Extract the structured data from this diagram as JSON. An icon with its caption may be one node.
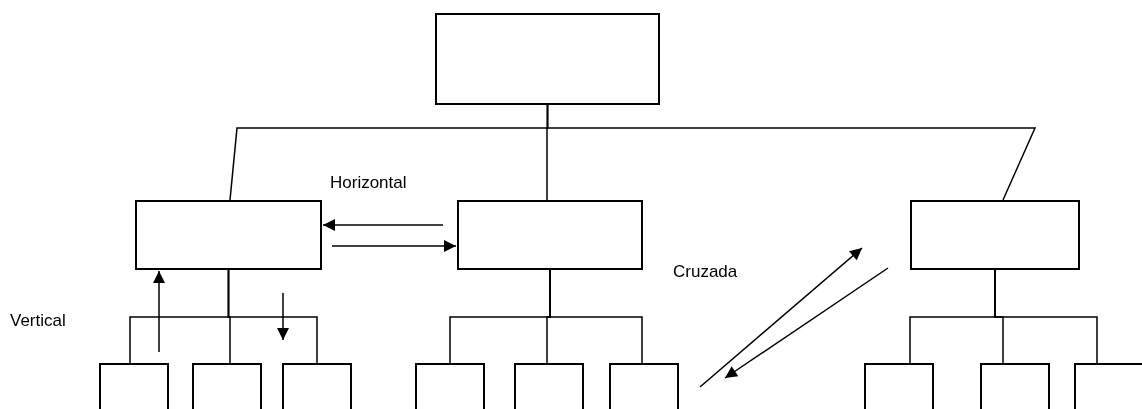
{
  "diagram": {
    "nodes": [
      {
        "text": [],
        "shape": "box"
      },
      {
        "text": [],
        "shape": "box"
      },
      {
        "text": [],
        "shape": "box"
      },
      {
        "text": [],
        "shape": "box"
      },
      {
        "text": [],
        "shape": "box"
      },
      {
        "text": [],
        "shape": "box"
      },
      {
        "text": [],
        "shape": "box"
      },
      {
        "text": [],
        "shape": "box"
      },
      {
        "text": [],
        "shape": "box"
      },
      {
        "text": [],
        "shape": "box"
      },
      {
        "text": [],
        "shape": "box"
      },
      {
        "text": [],
        "shape": "box"
      },
      {
        "text": [],
        "shape": "box"
      }
    ],
    "edges": [
      {
        "from": 0,
        "to": 1,
        "arrow": "none"
      },
      {
        "from": 0,
        "to": 2,
        "arrow": "none"
      },
      {
        "from": 0,
        "to": 3,
        "arrow": "none"
      },
      {
        "from": 1,
        "to": 4,
        "arrow": "none"
      },
      {
        "from": 1,
        "to": 5,
        "arrow": "none"
      },
      {
        "from": 1,
        "to": 6,
        "arrow": "none"
      },
      {
        "from": 2,
        "to": 7,
        "arrow": "none"
      },
      {
        "from": 2,
        "to": 8,
        "arrow": "none"
      },
      {
        "from": 2,
        "to": 9,
        "arrow": "none"
      },
      {
        "from": 3,
        "to": 10,
        "arrow": "none"
      },
      {
        "from": 3,
        "to": 11,
        "arrow": "none"
      },
      {
        "from": 3,
        "to": 12,
        "arrow": "none"
      },
      {
        "from": 2,
        "to": 1,
        "arrow": "to"
      },
      {
        "from": 1,
        "to": 2,
        "arrow": "to"
      },
      {
        "from": 4,
        "to": 1,
        "arrow": "to"
      },
      {
        "from": 1,
        "to": 6,
        "arrow": "to"
      },
      {
        "from": 9,
        "to": 3,
        "arrow": "to"
      },
      {
        "from": 3,
        "to": 9,
        "arrow": "to"
      }
    ],
    "labels": [
      "Horizontal",
      "Vertical",
      "Cruzada"
    ]
  }
}
